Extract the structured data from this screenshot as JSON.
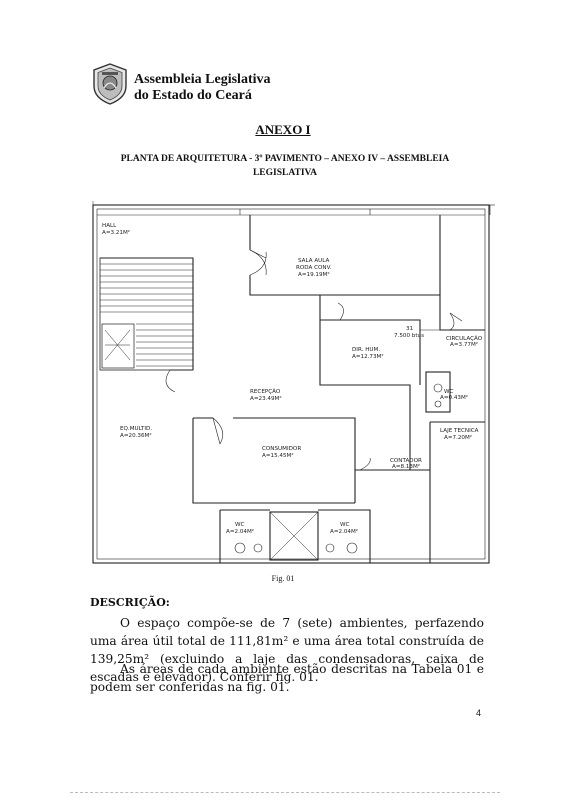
{
  "header": {
    "org_line1": "Assembleia Legislativa",
    "org_line2": "do Estado do Ceará",
    "seal_icon": "state-seal-icon"
  },
  "title": "ANEXO I",
  "subtitle_line1": "PLANTA DE ARQUITETURA - 3º PAVIMENTO – ANEXO IV – ASSEMBLEIA",
  "subtitle_line2": "LEGISLATIVA",
  "floor_plan": {
    "rooms": [
      {
        "name": "HALL",
        "area": "A=3.21M²"
      },
      {
        "name": "SALA AULA",
        "name2": "RODA CONV.",
        "area": "A=19.19M²"
      },
      {
        "name": "RECEPÇÃO",
        "area": "A=23.49M²"
      },
      {
        "name": "DIR. HUM.",
        "area": "A=12.73M²"
      },
      {
        "name": "CIRCULAÇÃO",
        "area": "A=3.77M²"
      },
      {
        "name": "WC",
        "area": "A=0.43M²"
      },
      {
        "name": "EQ.MULTID.",
        "area": "A=20.36M²"
      },
      {
        "name": "CONSUMIDOR",
        "area": "A=15.45M²"
      },
      {
        "name": "CONTADOR",
        "area": "A=8.13M²"
      },
      {
        "name": "LAJE TECNICA",
        "area": "A=7.20M²"
      },
      {
        "name": "WC",
        "area": "A=2.04M²"
      },
      {
        "name": "WC",
        "area": "A=2.04M²"
      }
    ],
    "ac_label1": "31",
    "ac_label2": "7.500 btus"
  },
  "figure_caption": "Fig. 01",
  "description_title": "DESCRIÇÃO:",
  "paragraph1": "O espaço compõe-se de 7 (sete) ambientes, perfazendo uma área útil total de 111,81m² e uma área total construída de 139,25m² (excluindo a laje das condensadoras, caixa de escadas e elevador). Conferir fig. 01.",
  "paragraph2": "As áreas de cada ambiente estão descritas na Tabela 01 e podem ser conferidas na fig. 01.",
  "page_number": "4"
}
